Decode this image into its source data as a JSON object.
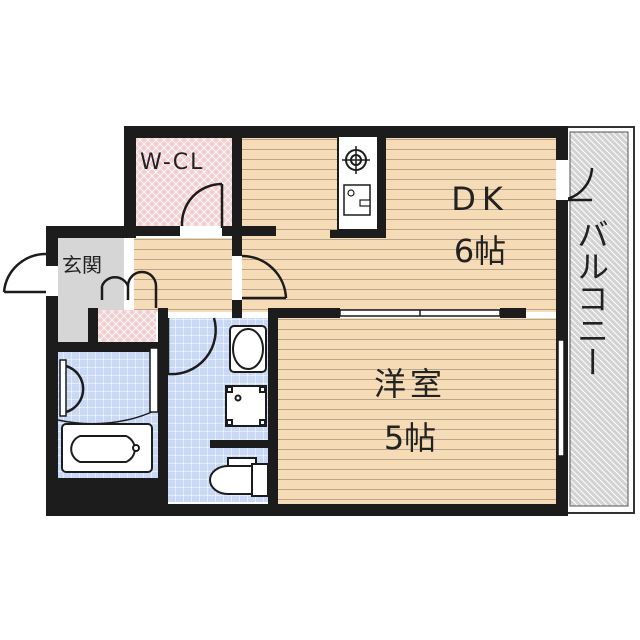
{
  "floorplan": {
    "rooms": {
      "walk_in_closet": {
        "label": "W-CL"
      },
      "entrance": {
        "label": "玄関"
      },
      "dining_kitchen": {
        "label": "DK",
        "size": "6帖"
      },
      "western_room": {
        "label": "洋室",
        "size": "5帖"
      },
      "balcony": {
        "label": "バルコニー"
      }
    },
    "colors": {
      "wall": "#1c1c1c",
      "wood_floor": "#f6dcb6",
      "wood_line": "#b9a68a",
      "tile_floor": "#c9d9f5",
      "closet_floor": "#f2cfd1",
      "entrance_floor": "#d6d6d6",
      "balcony_floor": "#d3d3d3"
    }
  }
}
